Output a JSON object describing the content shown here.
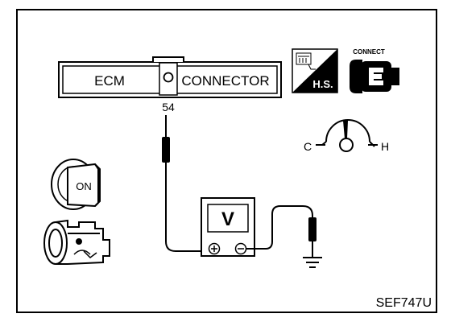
{
  "connector": {
    "left_label": "ECM",
    "right_label": "CONNECTOR",
    "pin_number": "54"
  },
  "badges": {
    "hs_label": "H.S.",
    "connect_label": "CONNECT"
  },
  "temperature_gauge": {
    "cold_label": "C",
    "hot_label": "H"
  },
  "ignition_key": {
    "position_label": "ON"
  },
  "voltmeter": {
    "display_label": "V",
    "plus_symbol": "+",
    "minus_symbol": "−"
  },
  "figure_code": "SEF747U",
  "colors": {
    "ink": "#000000",
    "paper": "#ffffff"
  }
}
